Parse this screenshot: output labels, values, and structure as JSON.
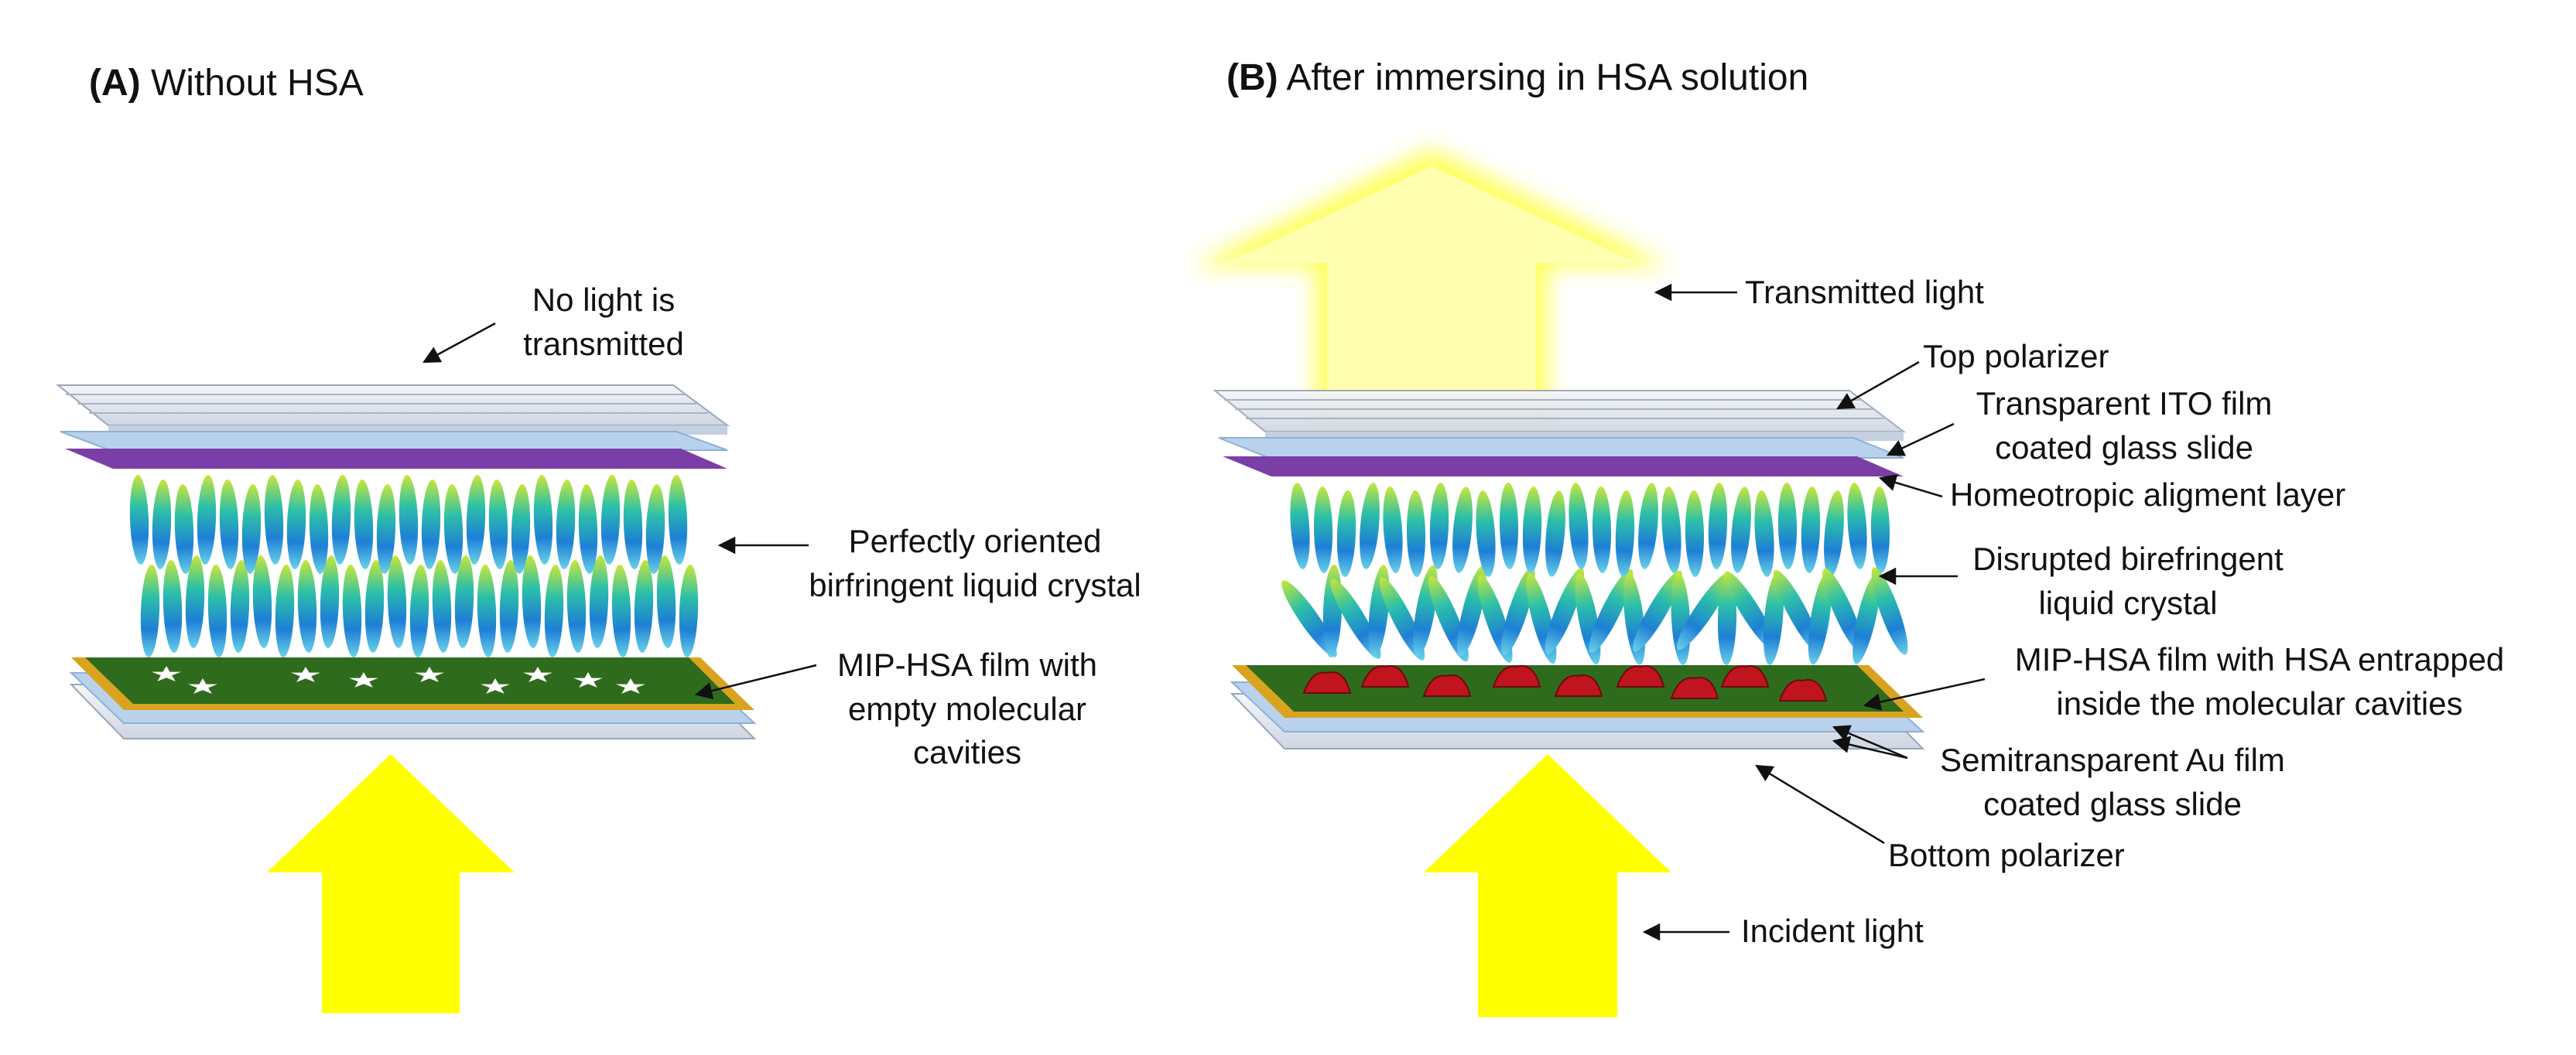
{
  "panel_a": {
    "letter": "(A)",
    "title": "Without HSA",
    "labels": {
      "no_light_1": "No light is",
      "no_light_2": "transmitted",
      "lc_1": "Perfectly oriented",
      "lc_2": "birfringent liquid crystal",
      "film_1": "MIP-HSA  film with",
      "film_2": "empty molecular",
      "film_3": "cavities"
    }
  },
  "panel_b": {
    "letter": "(B)",
    "title": "After immersing in HSA solution",
    "labels": {
      "transmitted": "Transmitted light",
      "top_polarizer": "Top polarizer",
      "ito_1": "Transparent ITO film",
      "ito_2": "coated glass slide",
      "alignment": "Homeotropic aligment layer",
      "lc_1": "Disrupted birefringent",
      "lc_2": "liquid crystal",
      "film_1": "MIP-HSA  film with HSA entrapped",
      "film_2": "inside the molecular cavities",
      "au_1": "Semitransparent Au film",
      "au_2": "coated glass slide",
      "bottom_polarizer": "Bottom polarizer",
      "incident": "Incident light"
    }
  },
  "colors": {
    "arrow_yellow": "#ffff00",
    "glass": "#dfe6f2",
    "ito_blue": "#b9d2ec",
    "alignment_purple": "#7a3ea6",
    "film_green": "#2f6b1c",
    "gold": "#d9a320",
    "protein_red": "#c0141e"
  }
}
